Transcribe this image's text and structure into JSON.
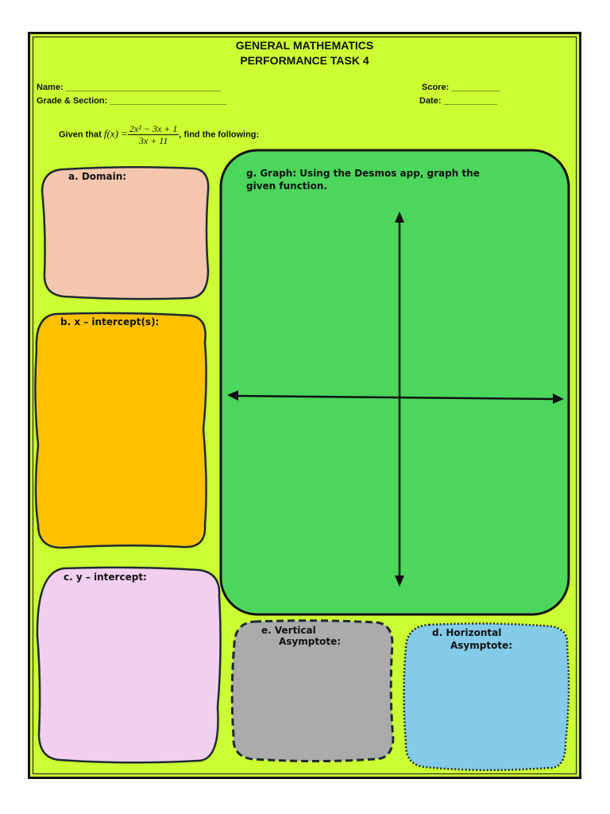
{
  "header": {
    "title_line1": "GENERAL MATHEMATICS",
    "title_line2": "PERFORMANCE TASK 4"
  },
  "fields": {
    "name": "Name: ________________________________",
    "grade_section": "Grade & Section: ________________________",
    "score": "Score: __________",
    "date": "Date: ___________"
  },
  "problem": {
    "prefix": "Given that",
    "function_lhs": "f(x) =",
    "numerator": "2x² − 3x + 1",
    "denominator": "3x + 11",
    "suffix": ", find the following:"
  },
  "boxes": {
    "domain": {
      "label": "a.  Domain:",
      "color": "#f4c6ae"
    },
    "x_intercept": {
      "label": "b.  x – intercept(s):",
      "color": "#ffc000"
    },
    "y_intercept": {
      "label": "c.  y – intercept:",
      "color": "#f2cfee"
    },
    "vertical_asymptote": {
      "label_line1": "e.  Vertical",
      "label_line2": "Asymptote:",
      "color": "#ababab"
    },
    "horizontal_asymptote": {
      "label_line1": "d.  Horizontal",
      "label_line2": "Asymptote:",
      "color": "#84cbe9"
    },
    "graph": {
      "label_line1": "g. Graph: Using the Desmos app, graph the",
      "label_line2": "given function.",
      "color": "#4cd65c"
    }
  },
  "colors": {
    "page_background": "#ccff33",
    "border": "#111111"
  }
}
